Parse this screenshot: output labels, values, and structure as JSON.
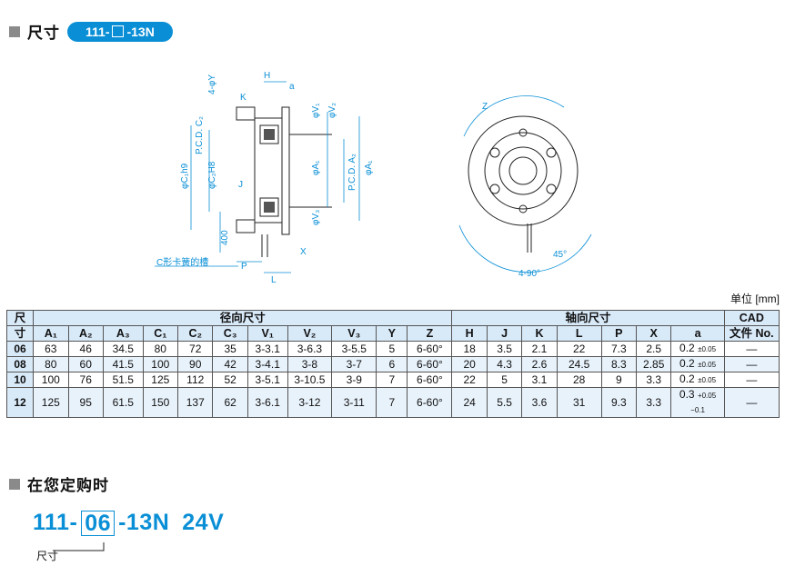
{
  "section1": {
    "title": "尺寸",
    "badge_prefix": "111-",
    "badge_suffix": "-13N"
  },
  "drawing": {
    "labels": {
      "H": "H",
      "a": "a",
      "K": "K",
      "Y": "4-φY",
      "V1": "φV₁",
      "V2": "φV₂",
      "PCD_C2": "P.C.D. C₂",
      "C1": "φC₁h9",
      "C2H8": "φC₂H8",
      "J": "J",
      "A1": "φA₁",
      "PCD_A2": "P.C.D. A₂",
      "A1b": "φA₁",
      "V3": "φV₃",
      "400": "400",
      "X": "X",
      "P": "P",
      "L": "L",
      "clip": "C形卡簧的槽",
      "Z": "Z",
      "angle45": "45°",
      "angle490": "4-90°"
    }
  },
  "unit_label": "单位 [mm]",
  "table": {
    "group_headers": {
      "size_top": "尺",
      "size_bottom": "寸",
      "radial": "径向尺寸",
      "axial": "轴向尺寸",
      "cad_top": "CAD",
      "cad_bottom": "文件 No."
    },
    "columns": [
      "A₁",
      "A₂",
      "A₃",
      "C₁",
      "C₂",
      "C₃",
      "V₁",
      "V₂",
      "V₃",
      "Y",
      "Z",
      "H",
      "J",
      "K",
      "L",
      "P",
      "X",
      "a"
    ],
    "rows": [
      {
        "size": "06",
        "cells": [
          "63",
          "46",
          "34.5",
          "80",
          "72",
          "35",
          "3-3.1",
          "3-6.3",
          "3-5.5",
          "5",
          "6-60°",
          "18",
          "3.5",
          "2.1",
          "22",
          "7.3",
          "2.5"
        ],
        "a_val": "0.2",
        "a_tol": "±0.05",
        "cad": "—"
      },
      {
        "size": "08",
        "cells": [
          "80",
          "60",
          "41.5",
          "100",
          "90",
          "42",
          "3-4.1",
          "3-8",
          "3-7",
          "6",
          "6-60°",
          "20",
          "4.3",
          "2.6",
          "24.5",
          "8.3",
          "2.85"
        ],
        "a_val": "0.2",
        "a_tol": "±0.05",
        "cad": "—"
      },
      {
        "size": "10",
        "cells": [
          "100",
          "76",
          "51.5",
          "125",
          "112",
          "52",
          "3-5.1",
          "3-10.5",
          "3-9",
          "7",
          "6-60°",
          "22",
          "5",
          "3.1",
          "28",
          "9",
          "3.3"
        ],
        "a_val": "0.2",
        "a_tol": "±0.05",
        "cad": "—"
      },
      {
        "size": "12",
        "cells": [
          "125",
          "95",
          "61.5",
          "150",
          "137",
          "62",
          "3-6.1",
          "3-12",
          "3-11",
          "7",
          "6-60°",
          "24",
          "5.5",
          "3.6",
          "31",
          "9.3",
          "3.3"
        ],
        "a_val": "0.3",
        "a_tol": "+0.05 −0.1",
        "cad": "—"
      }
    ]
  },
  "section2": {
    "title": "在您定购时",
    "code_prefix": "111-",
    "code_size": "06",
    "code_suffix": "-13N",
    "code_voltage": "24V",
    "size_note": "尺寸"
  },
  "colors": {
    "accent": "#0a8fd6",
    "header_bg": "#d8e9f8"
  }
}
